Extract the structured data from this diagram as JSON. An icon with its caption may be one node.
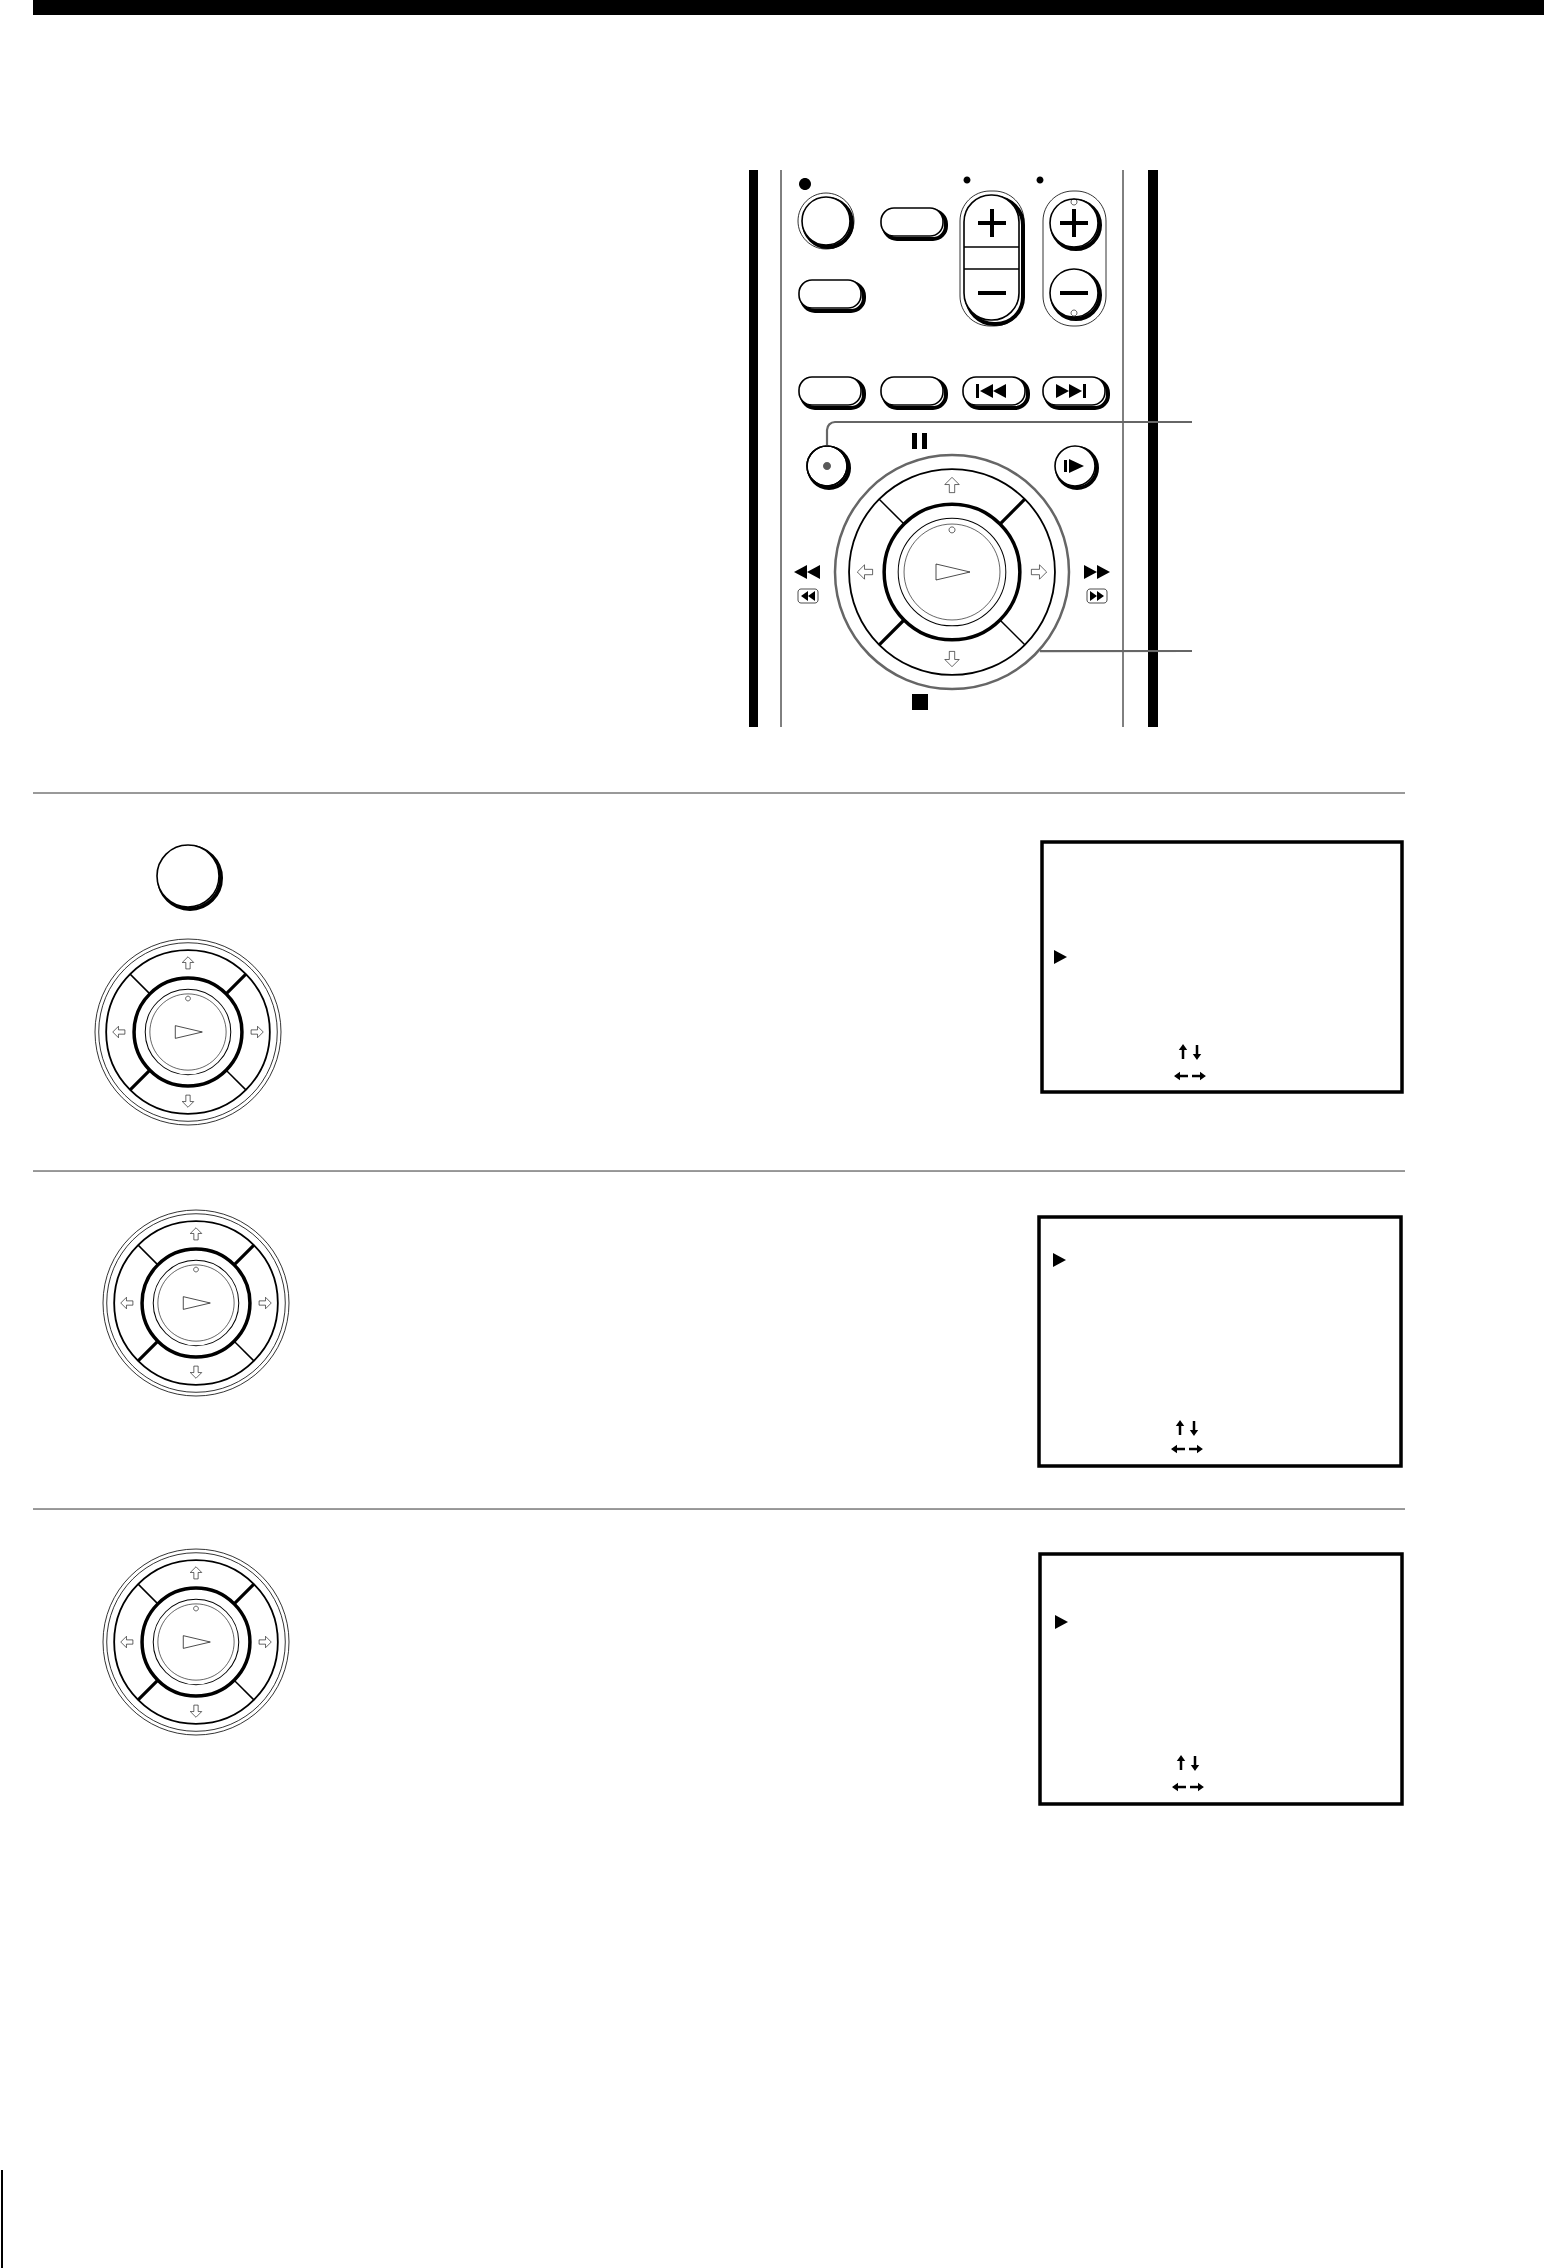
{
  "diagram": {
    "nodes": [
      {
        "text": [],
        "shape": "circle"
      },
      {
        "text": [],
        "shape": "circle"
      }
    ],
    "edges": [
      {
        "from": null,
        "to": 0,
        "arrow": "none"
      },
      {
        "from": null,
        "to": 1,
        "arrow": "none"
      }
    ]
  }
}
